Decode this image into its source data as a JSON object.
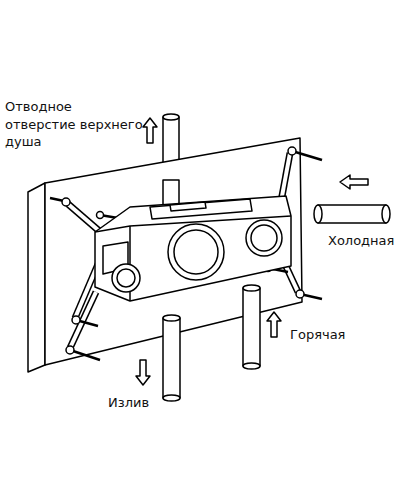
{
  "diagram": {
    "labels": [
      "Отводное отверстие верхнего душа",
      "Холодная",
      "Горячая",
      "Излив"
    ]
  }
}
